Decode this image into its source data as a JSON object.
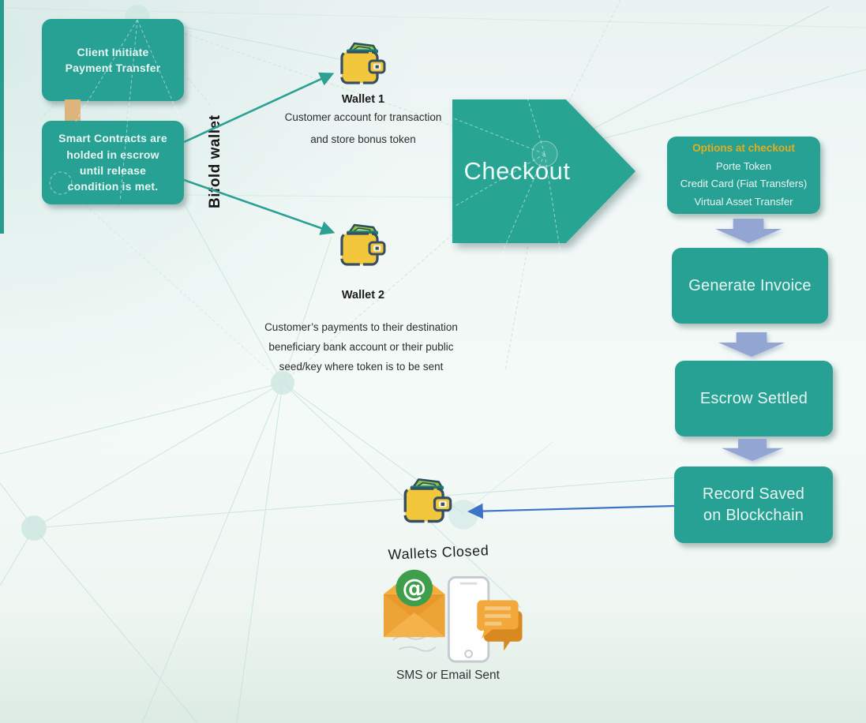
{
  "colors": {
    "teal": "#27a193",
    "gold": "#e3ac1d",
    "flow_arrow_blue": "#93a6d3",
    "connector_blue": "#3d74c8",
    "wallet_yellow": "#f3c73b",
    "wallet_outline": "#374f63"
  },
  "stage_initiate": {
    "title": "Client Initiate\nPayment Transfer"
  },
  "stage_escrow": {
    "text": "Smart Contracts are\nholded in escrow\nuntil release\ncondition is met."
  },
  "bifold": {
    "label": "Bifold wallet"
  },
  "wallet1": {
    "title": "Wallet 1",
    "desc_line1": "Customer account for transaction",
    "desc_line2": "and store bonus token"
  },
  "wallet2": {
    "title": "Wallet 2",
    "desc": "Customer’s payments to their destination\nbeneficiary bank account or their public\nseed/key where token is to be sent"
  },
  "checkout": {
    "label": "Checkout"
  },
  "options": {
    "title": "Options at checkout",
    "items": [
      "Porte Token",
      "Credit Card (Fiat Transfers)",
      "Virtual Asset Transfer"
    ]
  },
  "flow": {
    "generate_invoice": "Generate Invoice",
    "escrow_settled": "Escrow Settled",
    "record_saved": "Record Saved\non Blockchain"
  },
  "closing": {
    "wallets_closed": "Wallets Closed",
    "sms_email": "SMS or Email Sent"
  }
}
